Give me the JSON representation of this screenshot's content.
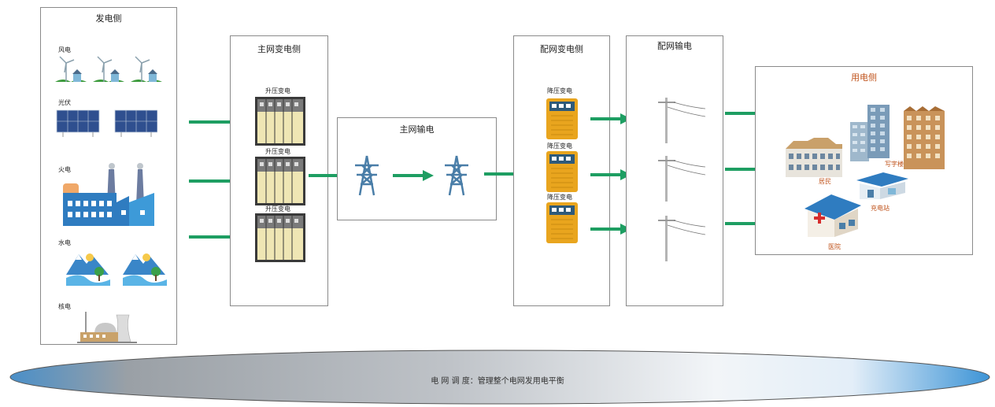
{
  "generation": {
    "title": "发电侧",
    "sources": [
      {
        "label": "风电",
        "icon": "wind-turbine-icon"
      },
      {
        "label": "光伏",
        "icon": "solar-panel-icon"
      },
      {
        "label": "火电",
        "icon": "thermal-plant-icon"
      },
      {
        "label": "水电",
        "icon": "hydro-mountain-icon"
      },
      {
        "label": "核电",
        "icon": "nuclear-plant-icon"
      }
    ]
  },
  "main_substation": {
    "title": "主网变电侧",
    "units": [
      "升压变电",
      "升压变电",
      "升压变电"
    ]
  },
  "main_transmission": {
    "title": "主网输电"
  },
  "dist_substation": {
    "title": "配网变电侧",
    "units": [
      "降压变电",
      "降压变电",
      "降压变电"
    ]
  },
  "dist_transmission": {
    "title": "配网输电"
  },
  "consumption": {
    "title": "用电侧",
    "consumers": [
      "写字楼",
      "居民",
      "充电站",
      "医院"
    ]
  },
  "dispatch": {
    "text": "电 网 调 度：管理整个电网发用电平衡"
  },
  "colors": {
    "arrow": "#1e9e62",
    "border": "#8a8a8a",
    "tower": "#4a7ea8",
    "accent_orange": "#c0541d"
  }
}
